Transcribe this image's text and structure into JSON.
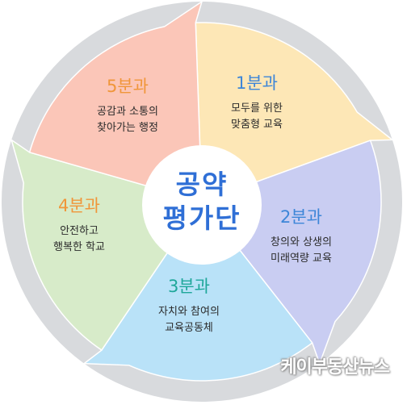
{
  "diagram": {
    "center_lines": [
      "공약",
      "평가단"
    ],
    "colors": {
      "center_text": "#2f6fd6",
      "outer_ring": "#d8dadd"
    },
    "segments": [
      {
        "title": "1분과",
        "lines": [
          "모두를 위한",
          "맞춤형 교육"
        ],
        "fill": "#fde7b6",
        "title_color": "#3d86d8"
      },
      {
        "title": "2분과",
        "lines": [
          "창의와 상생의",
          "미래역량 교육"
        ],
        "fill": "#c9cdf2",
        "title_color": "#3d86d8"
      },
      {
        "title": "3분과",
        "lines": [
          "자치와 참여의",
          "교육공동체"
        ],
        "fill": "#b9e2f8",
        "title_color": "#1fa79a"
      },
      {
        "title": "4분과",
        "lines": [
          "안전하고",
          "행복한 학교"
        ],
        "fill": "#d7ebc9",
        "title_color": "#f0963a"
      },
      {
        "title": "5분과",
        "lines": [
          "공감과 소통의",
          "찾아가는 행정"
        ],
        "fill": "#fbc6b8",
        "title_color": "#f0963a"
      }
    ]
  },
  "watermark": "케이부동산뉴스"
}
